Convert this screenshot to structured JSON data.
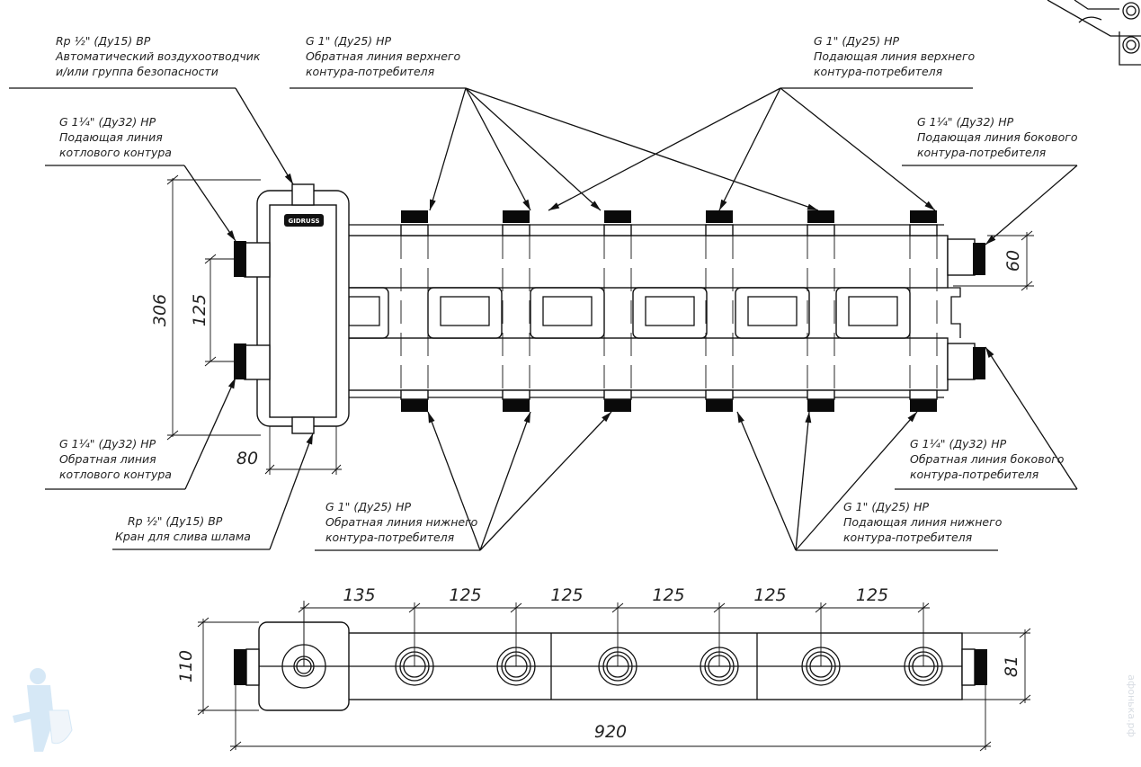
{
  "drawing": {
    "subject": "Hydraulic separator with distribution manifold",
    "brand_logo_text": "GIDRUSS",
    "watermark_text": "афонька.рф",
    "colors": {
      "line": "#111111",
      "thread": "#0a0a0a",
      "watermark": "#cfe4f5"
    }
  },
  "callouts": {
    "air_vent": {
      "spec": "Rp ½\" (Ду15) ВР",
      "line1": "Автоматический воздухоотводчик",
      "line2": "и/или группа безопасности"
    },
    "upper_return": {
      "spec": "G 1\" (Ду25) НР",
      "line1": "Обратная линия верхнего",
      "line2": "контура-потребителя"
    },
    "upper_supply": {
      "spec": "G 1\" (Ду25) НР",
      "line1": "Подающая линия верхнего",
      "line2": "контура-потребителя"
    },
    "boiler_supply": {
      "spec": "G 1¼\" (Ду32) НР",
      "line1": "Подающая линия",
      "line2": "котлового контура"
    },
    "side_supply": {
      "spec": "G 1¼\" (Ду32) НР",
      "line1": "Подающая линия бокового",
      "line2": "контура-потребителя"
    },
    "boiler_return": {
      "spec": "G 1¼\" (Ду32) НР",
      "line1": "Обратная линия",
      "line2": "котлового контура"
    },
    "side_return": {
      "spec": "G 1¼\" (Ду32) НР",
      "line1": "Обратная линия бокового",
      "line2": "контура-потребителя"
    },
    "lower_return": {
      "spec": "G 1\" (Ду25) НР",
      "line1": "Обратная линия нижнего",
      "line2": "контура-потребителя"
    },
    "lower_supply": {
      "spec": "G 1\" (Ду25) НР",
      "line1": "Подающая линия нижнего",
      "line2": "контура-потребителя"
    },
    "drain_valve": {
      "spec": "Rp ½\" (Ду15) ВР",
      "line1": "Кран для слива шлама"
    }
  },
  "dimensions": {
    "overall_height": "306",
    "boiler_ports_spacing": "125",
    "separator_width": "80",
    "side_port_offset": "60",
    "top_view_depth": "110",
    "manifold_depth": "81",
    "overall_length": "920",
    "port_spacing": [
      "135",
      "125",
      "125",
      "125",
      "125",
      "125"
    ]
  }
}
